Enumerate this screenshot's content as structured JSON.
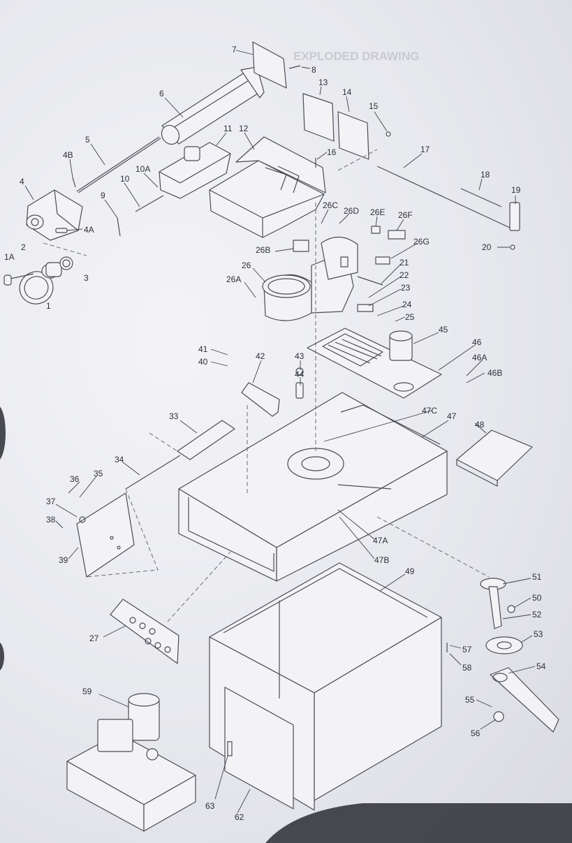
{
  "sheet": {
    "bleed_title": "EXPLODED DRAWING",
    "accent_color": "#4a4c55",
    "paper_color": "#eeeff3"
  },
  "labels": [
    {
      "id": "1",
      "text": "1"
    },
    {
      "id": "1A",
      "text": "1A"
    },
    {
      "id": "2",
      "text": "2"
    },
    {
      "id": "3",
      "text": "3"
    },
    {
      "id": "4",
      "text": "4"
    },
    {
      "id": "4A",
      "text": "4A"
    },
    {
      "id": "4B",
      "text": "4B"
    },
    {
      "id": "5",
      "text": "5"
    },
    {
      "id": "6",
      "text": "6"
    },
    {
      "id": "7",
      "text": "7"
    },
    {
      "id": "8",
      "text": "8"
    },
    {
      "id": "9",
      "text": "9"
    },
    {
      "id": "10",
      "text": "10"
    },
    {
      "id": "10A",
      "text": "10A"
    },
    {
      "id": "11",
      "text": "11"
    },
    {
      "id": "12",
      "text": "12"
    },
    {
      "id": "13",
      "text": "13"
    },
    {
      "id": "14",
      "text": "14"
    },
    {
      "id": "15",
      "text": "15"
    },
    {
      "id": "16",
      "text": "16"
    },
    {
      "id": "17",
      "text": "17"
    },
    {
      "id": "18",
      "text": "18"
    },
    {
      "id": "19",
      "text": "19"
    },
    {
      "id": "20",
      "text": "20"
    },
    {
      "id": "21",
      "text": "21"
    },
    {
      "id": "22",
      "text": "22"
    },
    {
      "id": "23",
      "text": "23"
    },
    {
      "id": "24",
      "text": "24"
    },
    {
      "id": "25",
      "text": "25"
    },
    {
      "id": "26",
      "text": "26"
    },
    {
      "id": "26A",
      "text": "26A"
    },
    {
      "id": "26B",
      "text": "26B"
    },
    {
      "id": "26C",
      "text": "26C"
    },
    {
      "id": "26D",
      "text": "26D"
    },
    {
      "id": "26E",
      "text": "26E"
    },
    {
      "id": "26F",
      "text": "26F"
    },
    {
      "id": "26G",
      "text": "26G"
    },
    {
      "id": "27",
      "text": "27"
    },
    {
      "id": "33",
      "text": "33"
    },
    {
      "id": "34",
      "text": "34"
    },
    {
      "id": "35",
      "text": "35"
    },
    {
      "id": "36",
      "text": "36"
    },
    {
      "id": "37",
      "text": "37"
    },
    {
      "id": "38",
      "text": "38"
    },
    {
      "id": "39",
      "text": "39"
    },
    {
      "id": "40",
      "text": "40"
    },
    {
      "id": "41",
      "text": "41"
    },
    {
      "id": "42",
      "text": "42"
    },
    {
      "id": "43",
      "text": "43"
    },
    {
      "id": "44",
      "text": "44"
    },
    {
      "id": "45",
      "text": "45"
    },
    {
      "id": "46",
      "text": "46"
    },
    {
      "id": "46A",
      "text": "46A"
    },
    {
      "id": "46B",
      "text": "46B"
    },
    {
      "id": "47",
      "text": "47"
    },
    {
      "id": "47A",
      "text": "47A"
    },
    {
      "id": "47B",
      "text": "47B"
    },
    {
      "id": "47C",
      "text": "47C"
    },
    {
      "id": "48",
      "text": "48"
    },
    {
      "id": "49",
      "text": "49"
    },
    {
      "id": "50",
      "text": "50"
    },
    {
      "id": "51",
      "text": "51"
    },
    {
      "id": "52",
      "text": "52"
    },
    {
      "id": "53",
      "text": "53"
    },
    {
      "id": "54",
      "text": "54"
    },
    {
      "id": "55",
      "text": "55"
    },
    {
      "id": "56",
      "text": "56"
    },
    {
      "id": "57",
      "text": "57"
    },
    {
      "id": "58",
      "text": "58"
    },
    {
      "id": "59",
      "text": "59"
    },
    {
      "id": "62",
      "text": "62"
    },
    {
      "id": "63",
      "text": "63"
    }
  ]
}
